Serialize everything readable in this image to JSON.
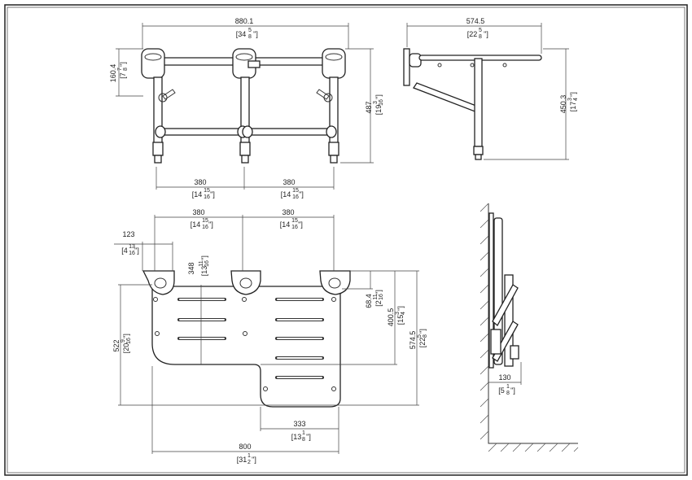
{
  "drawing": {
    "front_view": {
      "overall_width": {
        "mm": "880.1",
        "in": "[34",
        "num": "5",
        "den": "8",
        "close": "\"]"
      },
      "bracket_height": {
        "mm": "160.4",
        "in": "[7",
        "num": "7",
        "den": "8",
        "close": "\"]"
      },
      "overall_height": {
        "mm": "487",
        "in": "[19",
        "num": "3",
        "den": "16",
        "close": "\"]"
      },
      "spacing_left": {
        "mm": "380",
        "in": "[14",
        "num": "15",
        "den": "16",
        "close": "\"]"
      },
      "spacing_right": {
        "mm": "380",
        "in": "[14",
        "num": "15",
        "den": "16",
        "close": "\"]"
      }
    },
    "side_view": {
      "depth": {
        "mm": "574.5",
        "in": "[22",
        "num": "5",
        "den": "8",
        "close": "\"]"
      },
      "height": {
        "mm": "450.3",
        "in": "[17",
        "num": "3",
        "den": "4",
        "close": "\"]"
      }
    },
    "plan_view": {
      "spacing_left": {
        "mm": "380",
        "in": "[14",
        "num": "15",
        "den": "16",
        "close": "\"]"
      },
      "spacing_right": {
        "mm": "380",
        "in": "[14",
        "num": "15",
        "den": "16",
        "close": "\"]"
      },
      "bracket_width": {
        "mm": "123",
        "in": "[4",
        "num": "13",
        "den": "16",
        "close": "\"]"
      },
      "seat_depth_short": {
        "mm": "348",
        "in": "[13",
        "num": "11",
        "den": "16",
        "close": "\"]"
      },
      "seat_depth_left": {
        "mm": "522",
        "in": "[20",
        "num": "9",
        "den": "16",
        "close": "\"]"
      },
      "bracket_offset": {
        "mm": "68.4",
        "in": "[2",
        "num": "11",
        "den": "16",
        "close": "\"]"
      },
      "mid_depth": {
        "mm": "400.5",
        "in": "[15",
        "num": "3",
        "den": "4",
        "close": "\"]"
      },
      "total_depth": {
        "mm": "574.5",
        "in": "[22",
        "num": "5",
        "den": "8",
        "close": "\"]"
      },
      "extension_width": {
        "mm": "333",
        "in": "[13",
        "num": "1",
        "den": "8",
        "close": "\"]"
      },
      "seat_width": {
        "mm": "800",
        "in": "[31",
        "num": "1",
        "den": "2",
        "close": "\"]"
      }
    },
    "folded_view": {
      "folded_depth": {
        "mm": "130",
        "in": "[5",
        "num": "1",
        "den": "8",
        "close": "\"]"
      }
    }
  }
}
